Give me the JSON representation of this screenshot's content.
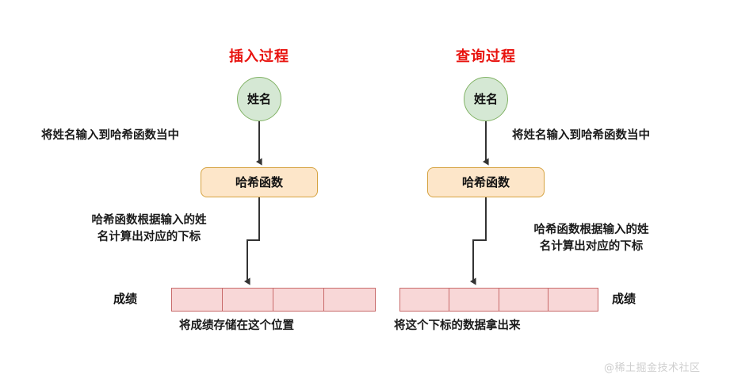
{
  "diagram": {
    "title_insert": "插入过程",
    "title_query": "查询过程",
    "accent_color": "#e8130f",
    "circle_fill": "#d5e8d4",
    "circle_stroke": "#82b366",
    "box_fill": "#fde6c9",
    "box_stroke": "#d6a341",
    "array_fill": "#f8d7d7",
    "array_stroke": "#c86a6a",
    "arrow_color": "#333333"
  },
  "insert_flow": {
    "circle_label": "姓名",
    "edge1_caption": "将姓名输入到哈希函数当中",
    "box_label": "哈希函数",
    "edge2_caption_line1": "哈希函数根据输入的姓",
    "edge2_caption_line2": "名计算出对应的下标",
    "array_label": "成绩",
    "array_cells": [
      "",
      "",
      "",
      ""
    ],
    "highlighted_index": 1,
    "bottom_caption": "将成绩存储在这个位置"
  },
  "query_flow": {
    "circle_label": "姓名",
    "edge1_caption": "将姓名输入到哈希函数当中",
    "box_label": "哈希函数",
    "edge2_caption_line1": "哈希函数根据输入的姓",
    "edge2_caption_line2": "名计算出对应的下标",
    "array_label": "成绩",
    "array_cells": [
      "",
      "",
      "",
      ""
    ],
    "highlighted_index": 1,
    "bottom_caption": "将这个下标的数据拿出来"
  },
  "watermark": "@稀土掘金技术社区"
}
